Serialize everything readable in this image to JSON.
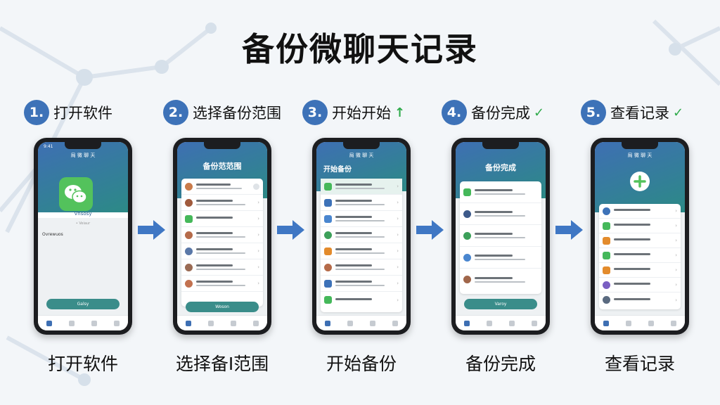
{
  "title": "备份微聊天记录",
  "colors": {
    "accent": "#3d72b8",
    "teal": "#2c8a86",
    "arrow": "#3f77c4",
    "check": "#2eaa4a"
  },
  "steps": [
    {
      "num": "1.",
      "heading": "打开软件",
      "mark": "",
      "caption": "打开软件",
      "phone": {
        "header": "局 微 聊 天",
        "label": "Vnsosy",
        "sub": "• Veiaur",
        "section": "Ovrewuos",
        "button": "Galsy"
      }
    },
    {
      "num": "2.",
      "heading": "选择备份范围",
      "mark": "",
      "caption": "选择备I范围",
      "phone": {
        "header": "备份范范围",
        "button": "Woson"
      }
    },
    {
      "num": "3.",
      "heading": "开始开始",
      "mark": "↑",
      "caption": "开始备份",
      "phone": {
        "header": "局 微 聊 天",
        "big": "开始备份"
      }
    },
    {
      "num": "4.",
      "heading": "备份完成",
      "mark": "✓",
      "caption": "备份完成",
      "phone": {
        "header": "备份完成",
        "button": "Varoy"
      }
    },
    {
      "num": "5.",
      "heading": "查看记录",
      "mark": "✓",
      "caption": "查看记录",
      "phone": {
        "header": "局 微 聊 天"
      }
    }
  ],
  "icons": {
    "arrow": "right-arrow-icon",
    "wechat": "wechat-logo-icon",
    "check": "check-icon",
    "upload": "up-arrow-icon"
  }
}
